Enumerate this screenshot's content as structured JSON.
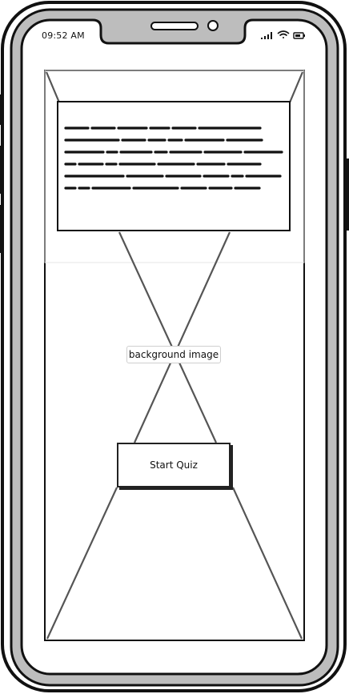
{
  "status_bar": {
    "time": "09:52 AM",
    "icons": [
      "signal-icon",
      "wifi-icon",
      "battery-icon"
    ]
  },
  "screen": {
    "background_placeholder_label": "background image",
    "text_block": "scribbled placeholder text",
    "start_button_label": "Start Quiz"
  },
  "colors": {
    "frame_stroke": "#111111",
    "bezel_fill": "#bdbdbd",
    "line_gray": "#555555",
    "screen_bg": "#ffffff"
  }
}
